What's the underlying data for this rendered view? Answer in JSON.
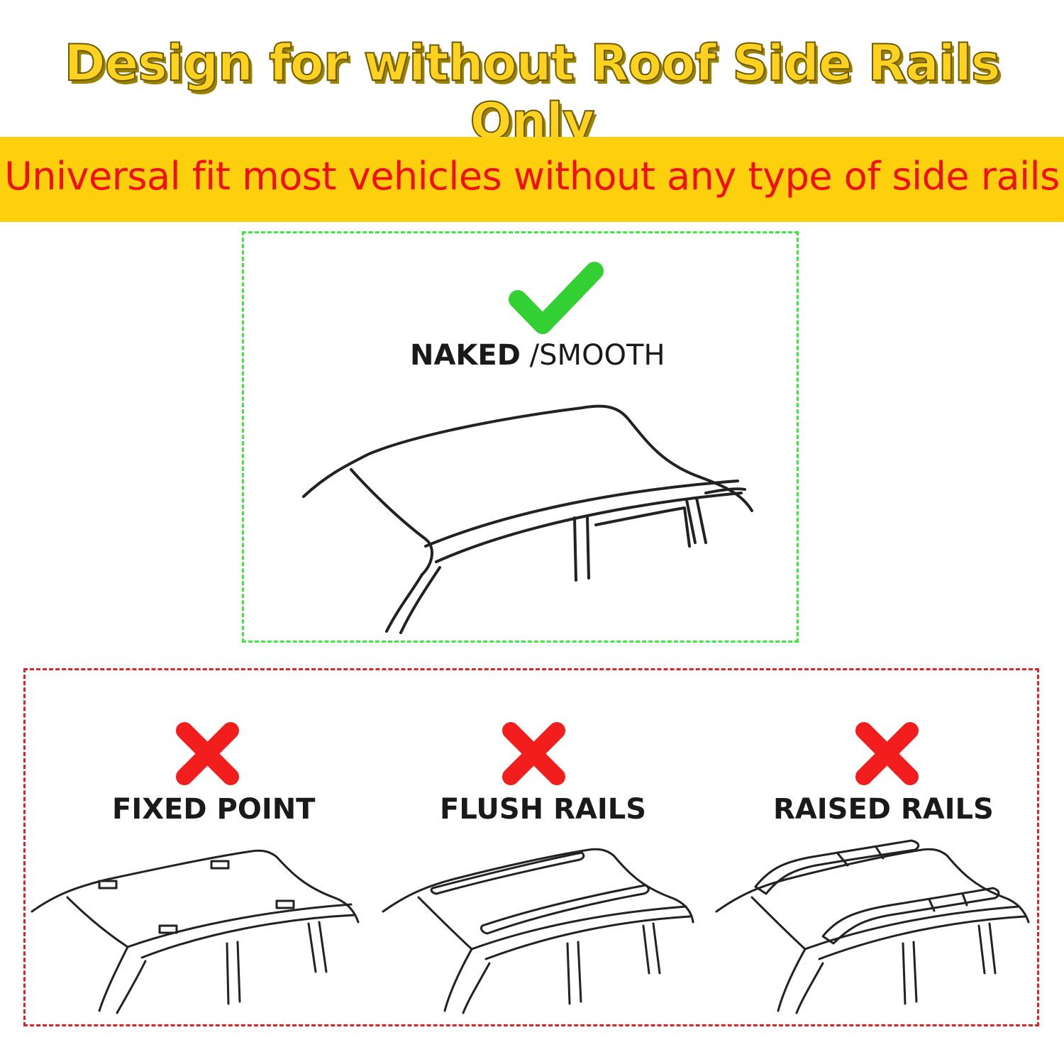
{
  "header": {
    "headline": "Design for without Roof Side Rails Only",
    "banner": "Universal fit most vehicles without any type of side rails"
  },
  "compatible": {
    "label_bold": "NAKED",
    "label_rest": " /SMOOTH",
    "icon": "checkmark-icon"
  },
  "incompatible": [
    {
      "label": "FIXED POINT",
      "icon": "cross-icon"
    },
    {
      "label": "FLUSH RAILS",
      "icon": "cross-icon"
    },
    {
      "label": "RAISED RAILS",
      "icon": "cross-icon"
    }
  ],
  "colors": {
    "headline": "#ffd21f",
    "banner_bg": "#fcd00c",
    "banner_text": "#f01010",
    "check": "#33d033",
    "cross": "#f21d1d",
    "ok_border": "#3ee83e",
    "bad_border": "#d82525"
  }
}
